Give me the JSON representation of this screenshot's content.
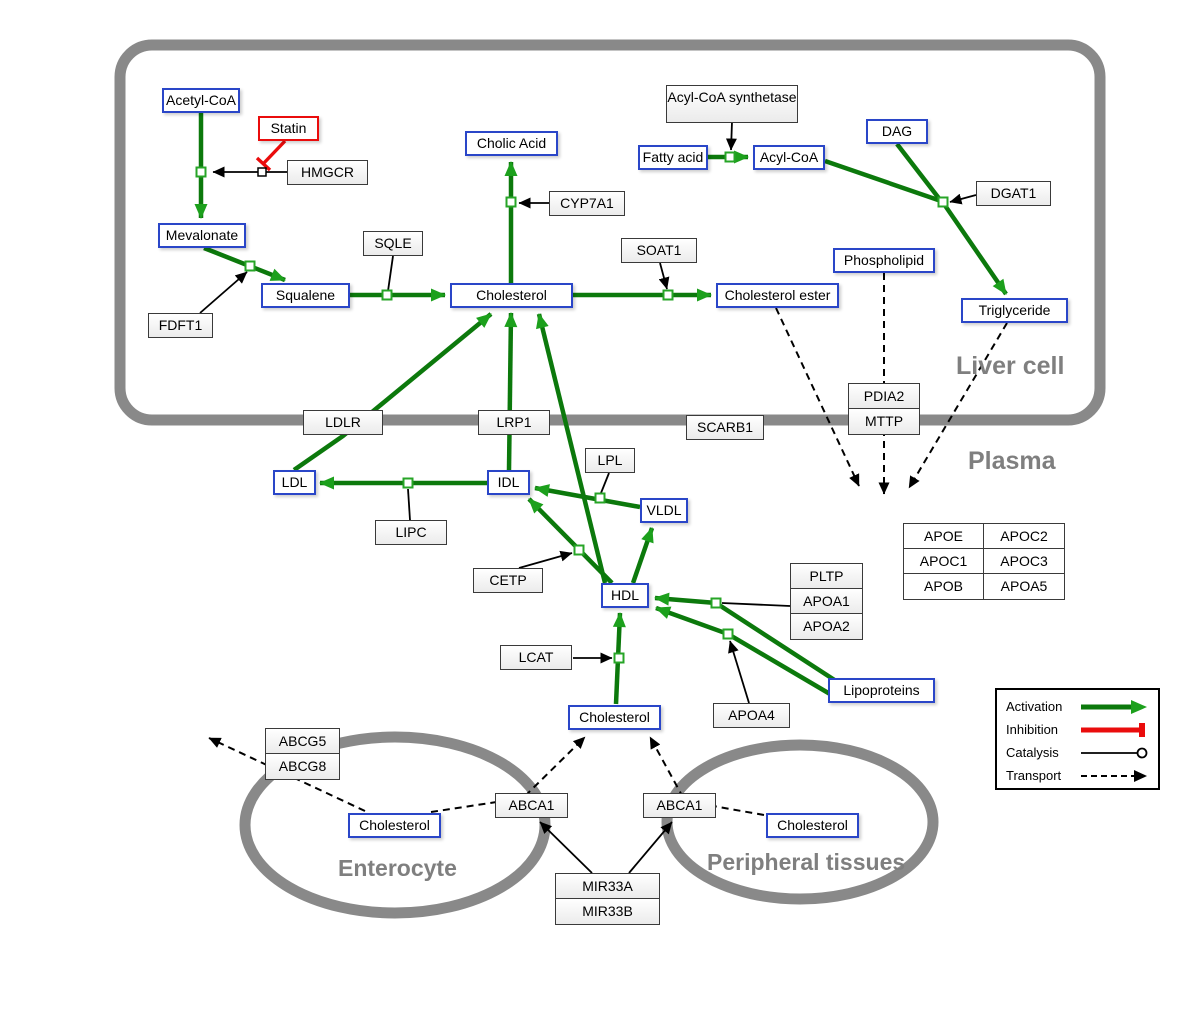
{
  "regions": {
    "liver": "Liver cell",
    "plasma": "Plasma",
    "enterocyte": "Enterocyte",
    "peripheral": "Peripheral tissues"
  },
  "nodes": {
    "acetyl_coa": "Acetyl-CoA",
    "statin": "Statin",
    "hmgcr": "HMGCR",
    "mevalonate": "Mevalonate",
    "fdft1": "FDFT1",
    "squalene": "Squalene",
    "sqle": "SQLE",
    "cholesterol_liver": "Cholesterol",
    "cyp7a1": "CYP7A1",
    "cholic_acid": "Cholic Acid",
    "soat1": "SOAT1",
    "cholesterol_ester": "Cholesterol ester",
    "fatty_acid": "Fatty acid",
    "acyl_coa": "Acyl-CoA",
    "acyl_coa_synthetase": "Acyl-CoA synthetase",
    "dag": "DAG",
    "dgat1": "DGAT1",
    "phospholipid": "Phospholipid",
    "triglyceride": "Triglyceride",
    "ldlr": "LDLR",
    "lrp1": "LRP1",
    "scarb1": "SCARB1",
    "ldl": "LDL",
    "idl": "IDL",
    "vldl": "VLDL",
    "hdl": "HDL",
    "lpl": "LPL",
    "lipc": "LIPC",
    "cetp": "CETP",
    "lcat": "LCAT",
    "apoa4": "APOA4",
    "lipoproteins": "Lipoproteins",
    "cholesterol_plasma": "Cholesterol",
    "cholesterol_enterocyte": "Cholesterol",
    "cholesterol_peripheral": "Cholesterol",
    "abca1_enterocyte": "ABCA1",
    "abca1_peripheral": "ABCA1"
  },
  "stacks": {
    "pdia2_mttp": [
      "PDIA2",
      "MTTP"
    ],
    "pltp_apoa": [
      "PLTP",
      "APOA1",
      "APOA2"
    ],
    "abcg": [
      "ABCG5",
      "ABCG8"
    ],
    "mir33": [
      "MIR33A",
      "MIR33B"
    ]
  },
  "apo_table": {
    "rows": [
      [
        "APOE",
        "APOC2"
      ],
      [
        "APOC1",
        "APOC3"
      ],
      [
        "APOB",
        "APOA5"
      ]
    ]
  },
  "legend": {
    "activation": "Activation",
    "inhibition": "Inhibition",
    "catalysis": "Catalysis",
    "transport": "Transport"
  },
  "colors": {
    "activation_green": "#0c790c",
    "arrowhead_green": "#1ca01c",
    "inhibition_red": "#ea0c0c",
    "metabolite_border_blue": "#2a46c8",
    "membrane_gray": "#898989",
    "label_gray": "#7f7f7f"
  }
}
